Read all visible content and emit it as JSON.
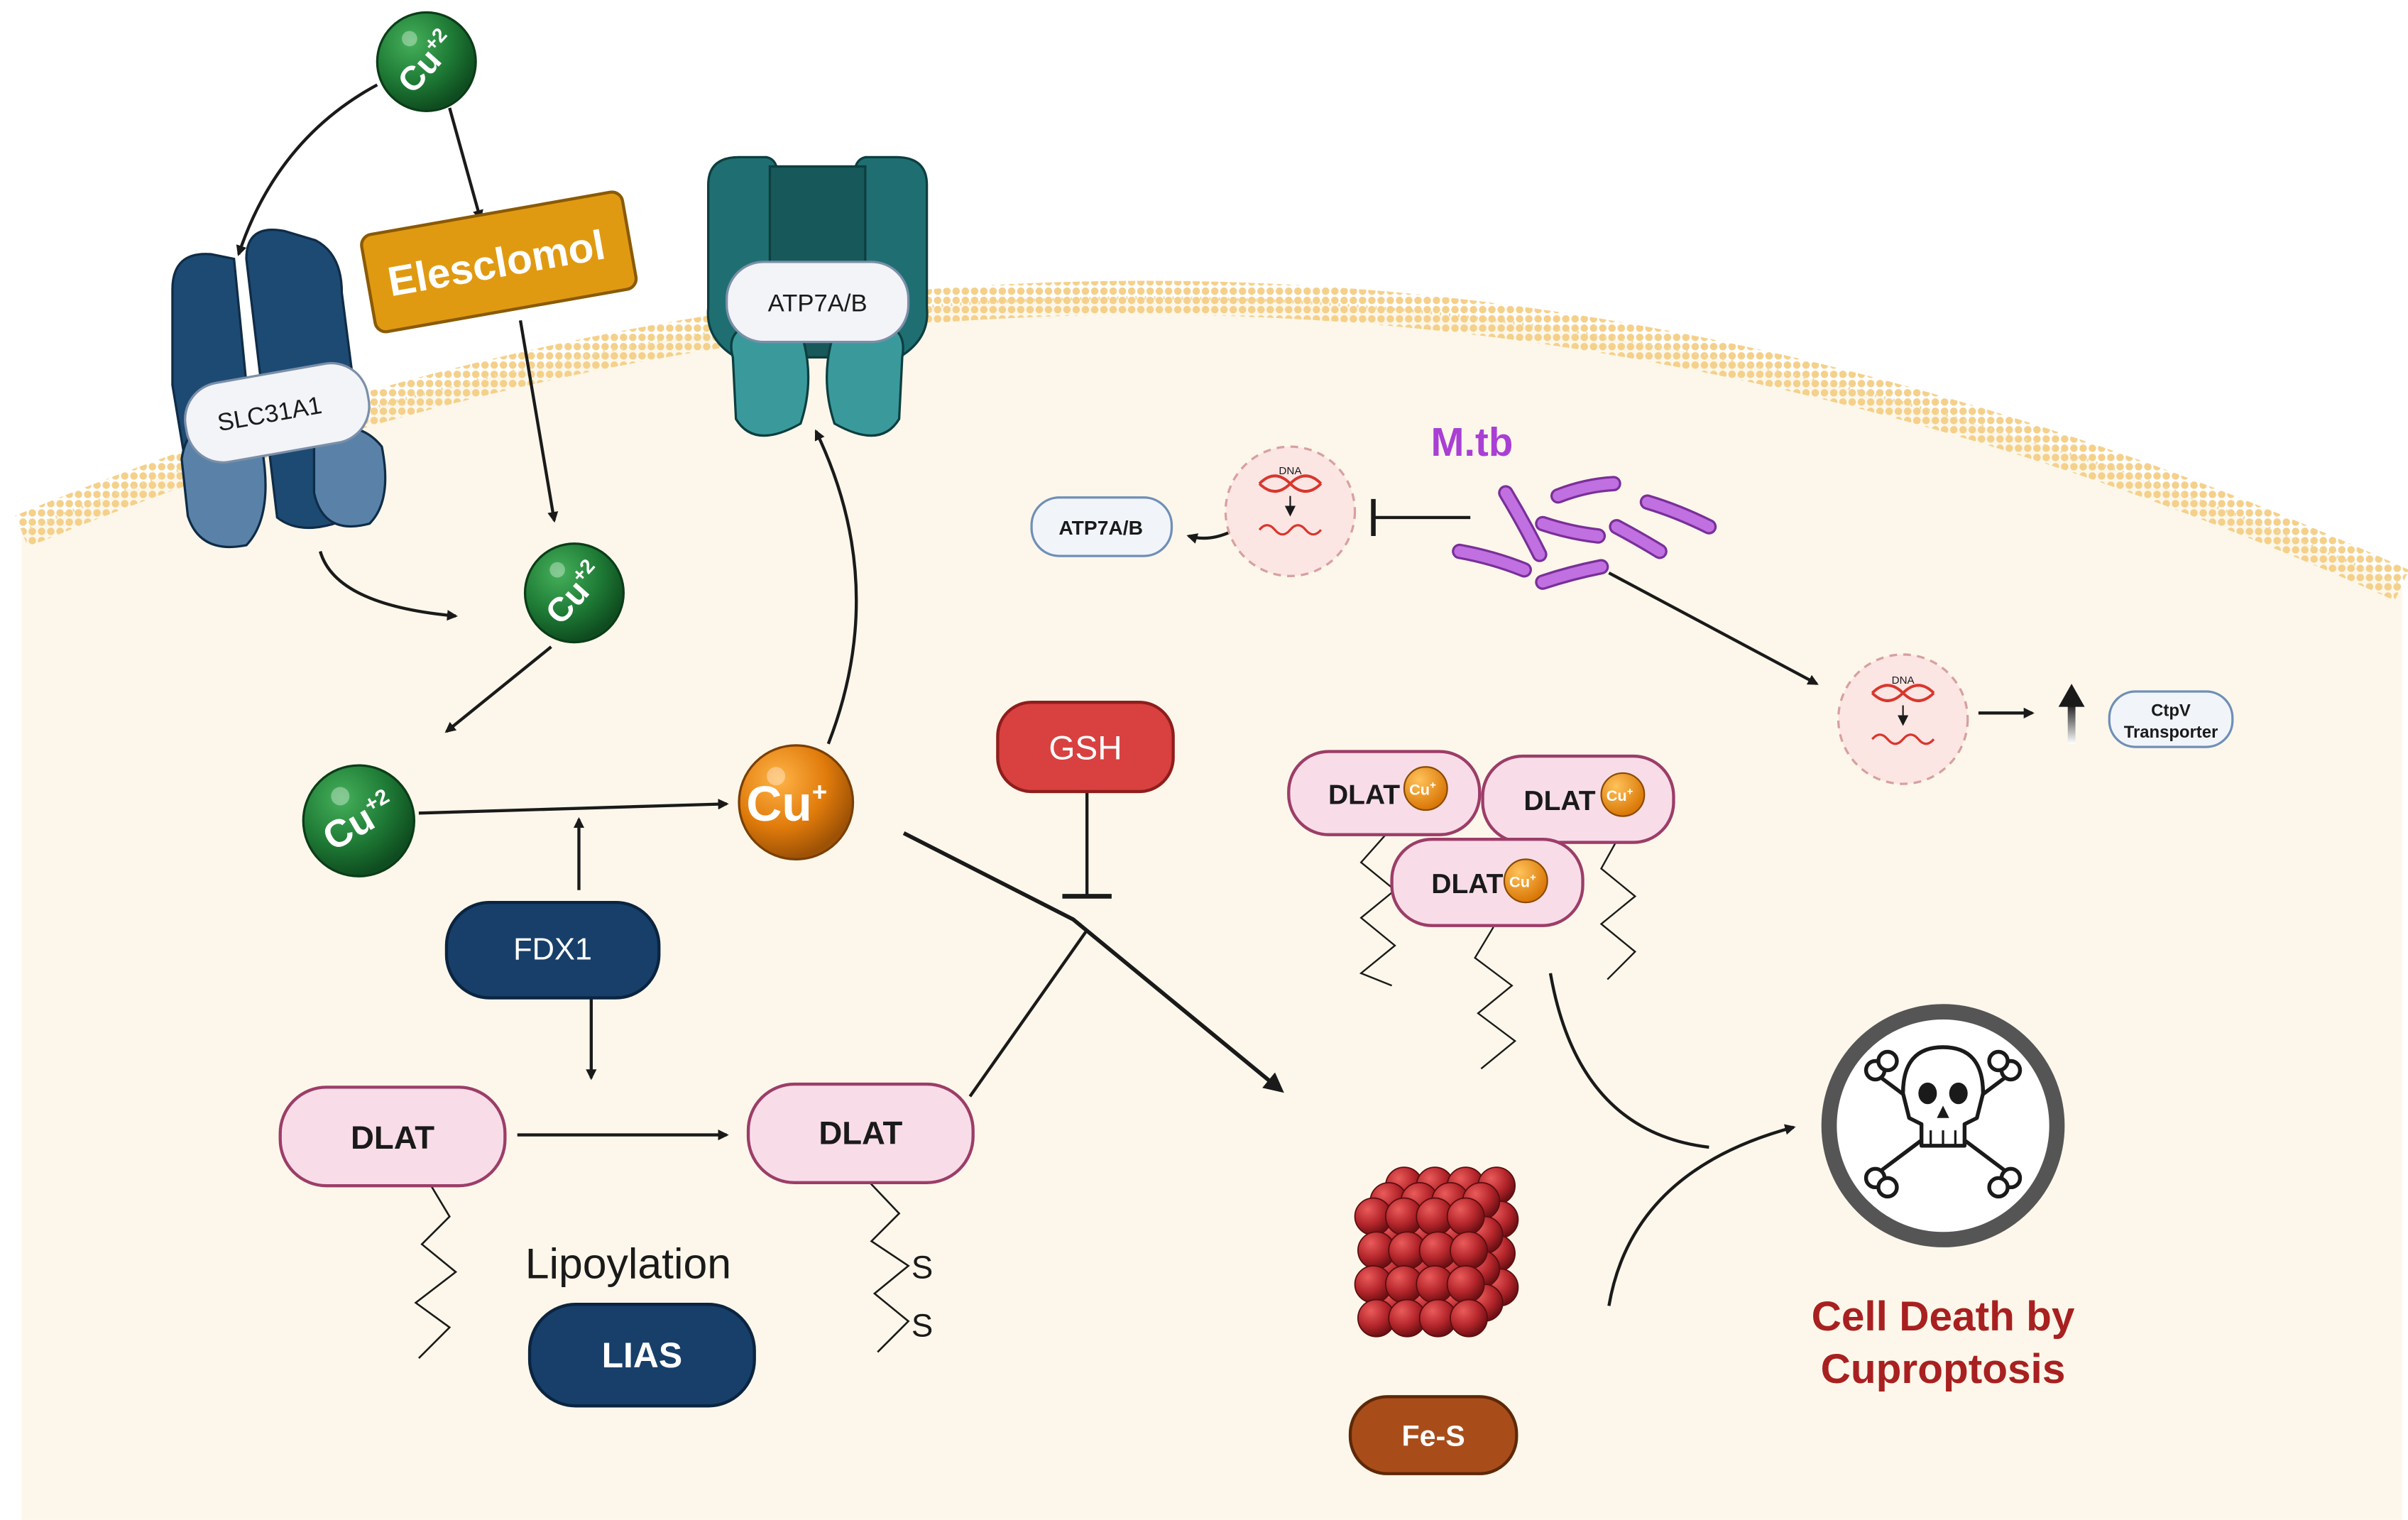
{
  "labels": {
    "copper_ion_2plus": "Cu",
    "copper_ion_2plus_charge": "+2",
    "copper_ion_plus": "Cu",
    "copper_ion_plus_charge": "+",
    "elesclomol": "Elesclomol",
    "slc31a1": "SLC31A1",
    "atp7ab_channel": "ATP7A/B",
    "atp7ab_pill": "ATP7A/B",
    "gsh": "GSH",
    "fdx1": "FDX1",
    "lias": "LIAS",
    "lipoylation": "Lipoylation",
    "dlat": "DLAT",
    "sulfur": "S",
    "dna": "DNA",
    "mtb": "M.tb",
    "ctpv_line1": "CtpV",
    "ctpv_line2": "Transporter",
    "fes": "Fe-S",
    "cell_death_line1": "Cell Death by",
    "cell_death_line2": "Cuproptosis"
  },
  "colors": {
    "membrane_fill": "#fcf7ea",
    "membrane_bead": "#f6d38a",
    "copper_green": "#1e7a35",
    "copper_orange": "#e07b0b",
    "elesclomol_fill": "#e09a12",
    "slc31a1_dark": "#1d4a72",
    "atp7ab_teal": "#1f6f72",
    "gsh_red": "#d8413f",
    "fdx1_navy": "#173f6a",
    "dlat_pink": "#f8dde8",
    "dlat_border": "#9c3d68",
    "mtb_purple": "#b04fd0",
    "dna_red": "#d9362c",
    "fes_red": "#b4262b",
    "fes_label": "#a84d1a",
    "death_red": "#a82020",
    "pill_blue_border": "#6f8fb8"
  },
  "icons": [
    "skull-crossbones-icon",
    "dna-helix-icon",
    "up-arrow-icon"
  ]
}
